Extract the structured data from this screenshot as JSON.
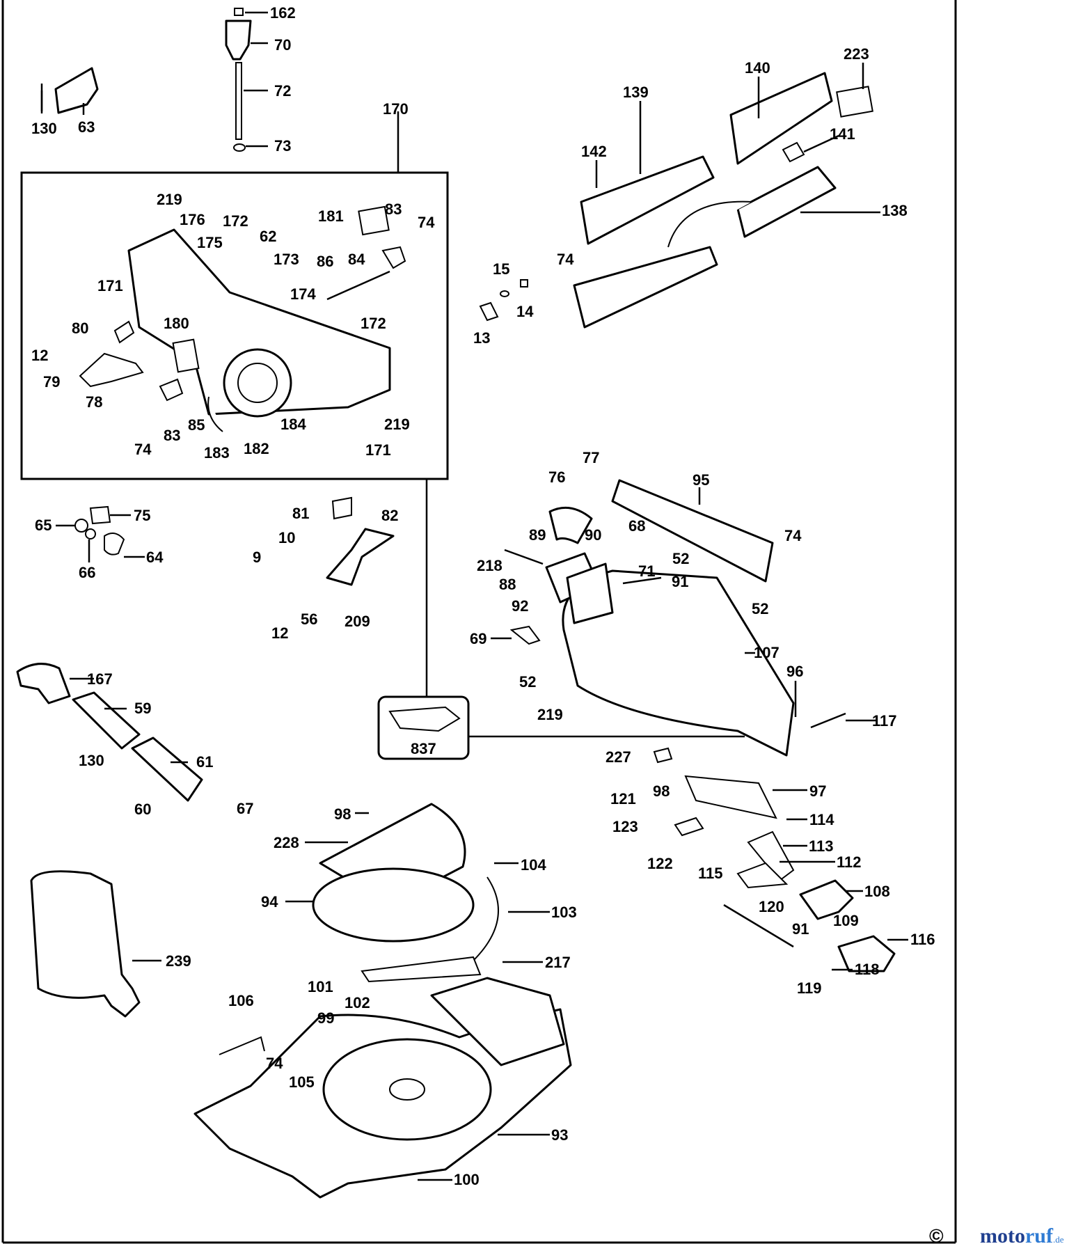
{
  "labels": {
    "l162": "162",
    "l70": "70",
    "l72": "72",
    "l73": "73",
    "l130a": "130",
    "l63": "63",
    "l170": "170",
    "l139": "139",
    "l140": "140",
    "l223": "223",
    "l142": "142",
    "l141": "141",
    "l138": "138",
    "l74a": "74",
    "l15": "15",
    "l14": "14",
    "l13": "13",
    "l219a": "219",
    "l176": "176",
    "l175": "175",
    "l172a": "172",
    "l62": "62",
    "l181": "181",
    "l83a": "83",
    "l74b": "74",
    "l173": "173",
    "l86": "86",
    "l84": "84",
    "l171a": "171",
    "l174": "174",
    "l172b": "172",
    "l80": "80",
    "l180": "180",
    "l12a": "12",
    "l79": "79",
    "l78": "78",
    "l83b": "83",
    "l85": "85",
    "l184": "184",
    "l219b": "219",
    "l74c": "74",
    "l183": "183",
    "l182": "182",
    "l171b": "171",
    "l77": "77",
    "l76": "76",
    "l95": "95",
    "l65": "65",
    "l75": "75",
    "l81": "81",
    "l82": "82",
    "l89": "89",
    "l90": "90",
    "l68": "68",
    "l74d": "74",
    "l66": "66",
    "l64": "64",
    "l10": "10",
    "l9": "9",
    "l218": "218",
    "l52a": "52",
    "l71": "71",
    "l88": "88",
    "l91a": "91",
    "l56": "56",
    "l209": "209",
    "l12b": "12",
    "l92": "92",
    "l52b": "52",
    "l107": "107",
    "l69": "69",
    "l52c": "52",
    "l96": "96",
    "l167": "167",
    "l59": "59",
    "l219c": "219",
    "l117": "117",
    "l837": "837",
    "l130b": "130",
    "l227": "227",
    "l61": "61",
    "l98a": "98",
    "l97": "97",
    "l60": "60",
    "l67": "67",
    "l121": "121",
    "l98b": "98",
    "l114": "114",
    "l228": "228",
    "l123": "123",
    "l113": "113",
    "l104": "104",
    "l122": "122",
    "l112": "112",
    "l115": "115",
    "l94": "94",
    "l108": "108",
    "l103": "103",
    "l120": "120",
    "l109": "109",
    "l239": "239",
    "l91b": "91",
    "l116": "116",
    "l217": "217",
    "l118": "118",
    "l101": "101",
    "l119": "119",
    "l102": "102",
    "l106": "106",
    "l99": "99",
    "l74e": "74",
    "l105": "105",
    "l93": "93",
    "l100": "100"
  },
  "copyright": "©",
  "brand": {
    "main": "moto",
    "accent": "ruf",
    "tld": ".de"
  },
  "colors": {
    "line": "#000000",
    "brand_dark": "#1f3f8f",
    "brand_light": "#2f7bd3"
  }
}
